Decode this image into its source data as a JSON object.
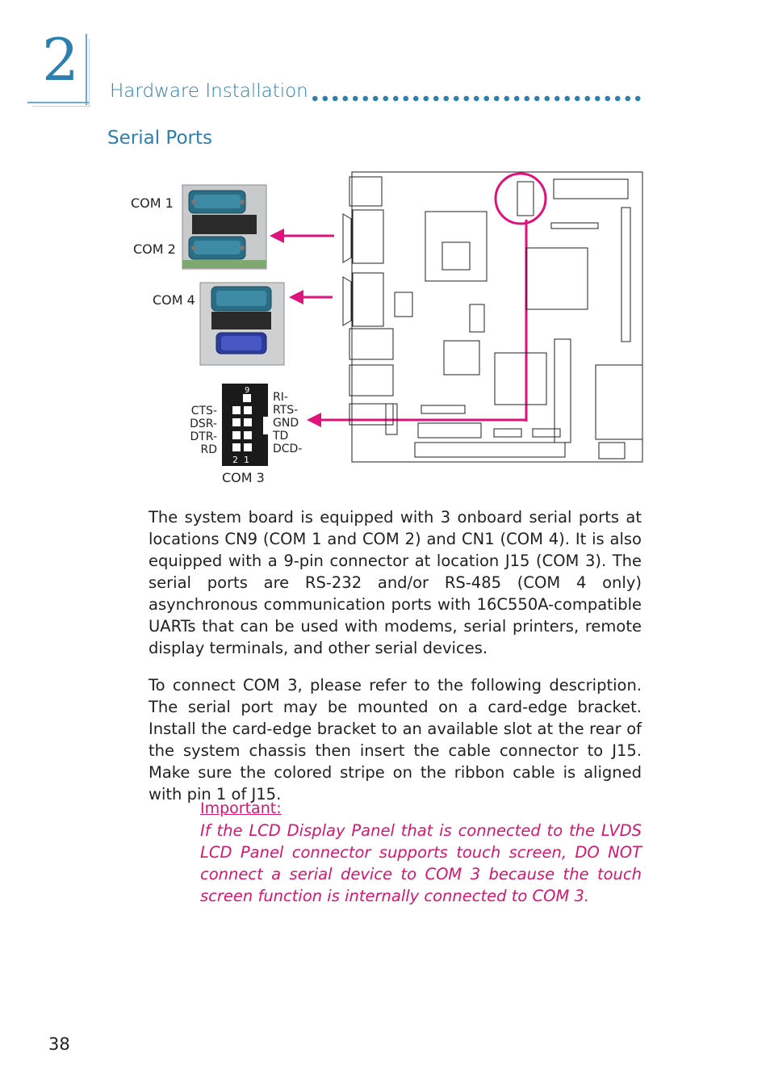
{
  "chapter": {
    "number": "2"
  },
  "header": {
    "section_title": "Hardware Installation"
  },
  "subtitle": "Serial Ports",
  "figure": {
    "com1_label": "COM 1",
    "com2_label": "COM 2",
    "com4_label": "COM 4",
    "com3_label": "COM 3",
    "pins_left": [
      "CTS-",
      "DSR-",
      "DTR-",
      "RD"
    ],
    "pins_right": [
      "RI-",
      "RTS-",
      "GND",
      "TD",
      "DCD-"
    ],
    "pin_top": "9",
    "pin_bottom": "2  1",
    "accent_color": "#e0127c"
  },
  "body": {
    "para1": "The system board is equipped with 3 onboard serial ports at locations CN9 (COM 1 and COM 2) and CN1 (COM 4). It is also equipped with a 9-pin connector at location J15 (COM 3). The serial ports are RS-232 and/or RS-485 (COM 4 only) asynchronous communication ports with 16C550A-compatible UARTs that can be used with modems, serial printers, remote display terminals, and other serial devices.",
    "para2": "To connect COM 3, please refer to the following description. The serial port may be mounted on a card-edge bracket. Install the card-edge bracket to an available slot at the rear of the system chassis then insert the cable connector to J15. Make sure the colored stripe on the ribbon cable is aligned with pin 1 of J15."
  },
  "important": {
    "title": "Important:",
    "text": "If the LCD Display Panel that is connected to the LVDS LCD Panel connector supports touch screen, DO NOT connect a serial device to COM 3 because the touch screen function is internally connected to COM 3.",
    "icon": "key-icon"
  },
  "footer": {
    "page_number": "38"
  }
}
